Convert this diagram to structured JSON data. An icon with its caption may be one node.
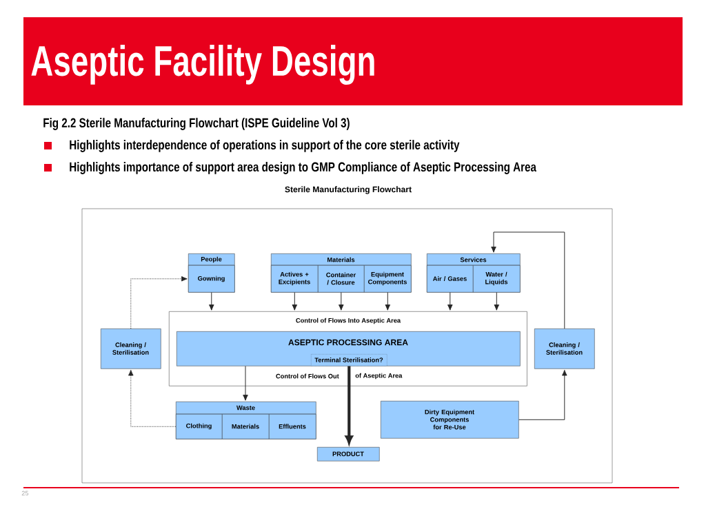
{
  "diagram": {
    "title": "Aseptic Facility Design",
    "nodes": [
      {
        "text": [
          "People"
        ]
      },
      {
        "text": [
          "Gowning"
        ],
        "in": 0
      },
      {
        "text": [
          "Materials"
        ]
      },
      {
        "text": [
          "Actives + Excipients"
        ],
        "in": 2
      },
      {
        "text": [
          "Container / Closure"
        ],
        "in": 2
      },
      {
        "text": [
          "Equipment Components"
        ],
        "in": 2
      },
      {
        "text": [
          "Services"
        ]
      },
      {
        "text": [
          "Air / Gases"
        ],
        "in": 6
      },
      {
        "text": [
          "Water / Liquids"
        ],
        "in": 6
      },
      {
        "text": [
          "Cleaning / Sterilisation"
        ]
      },
      {
        "text": [
          "Control of Flows Into Aseptic Area",
          "Control of Flows Out",
          "of Aseptic Area"
        ]
      },
      {
        "text": [
          "ASEPTIC PROCESSING AREA"
        ],
        "in": 10
      },
      {
        "text": [
          "Terminal Sterilisation?"
        ],
        "in": 11
      },
      {
        "text": [
          "Cleaning / Sterilisation"
        ]
      },
      {
        "text": [
          "Waste"
        ]
      },
      {
        "text": [
          "Clothing"
        ],
        "in": 14
      },
      {
        "text": [
          "Materials"
        ],
        "in": 14
      },
      {
        "text": [
          "Effluents"
        ],
        "in": 14
      },
      {
        "text": [
          "Dirty Equipment Components for Re-Use"
        ]
      },
      {
        "text": [
          "PRODUCT"
        ]
      }
    ],
    "edges": [
      {
        "from": 1,
        "to": 10,
        "arrow": "to"
      },
      {
        "from": 3,
        "to": 10,
        "arrow": "to"
      },
      {
        "from": 4,
        "to": 10,
        "arrow": "to"
      },
      {
        "from": 5,
        "to": 10,
        "arrow": "to"
      },
      {
        "from": 7,
        "to": 10,
        "arrow": "to"
      },
      {
        "from": 8,
        "to": 10,
        "arrow": "to"
      },
      {
        "from": 9,
        "to": 1,
        "arrow": "to",
        "style": "dashed"
      },
      {
        "from": 15,
        "to": 9,
        "arrow": "to",
        "style": "dashed"
      },
      {
        "from": 11,
        "to": 14,
        "arrow": "to"
      },
      {
        "from": 12,
        "to": 19,
        "arrow": "to",
        "style": "thick"
      },
      {
        "from": 18,
        "to": 13,
        "arrow": "to"
      },
      {
        "from": 13,
        "to": 6,
        "arrow": "to"
      }
    ],
    "labels": [
      "Fig 2.2 Sterile Manufacturing Flowchart (ISPE Guideline Vol 3)",
      "Highlights interdependence of operations in support of the core sterile activity",
      "Highlights importance of support area design to GMP Compliance of Aseptic Processing Area",
      "Sterile Manufacturing Flowchart",
      "25"
    ]
  }
}
